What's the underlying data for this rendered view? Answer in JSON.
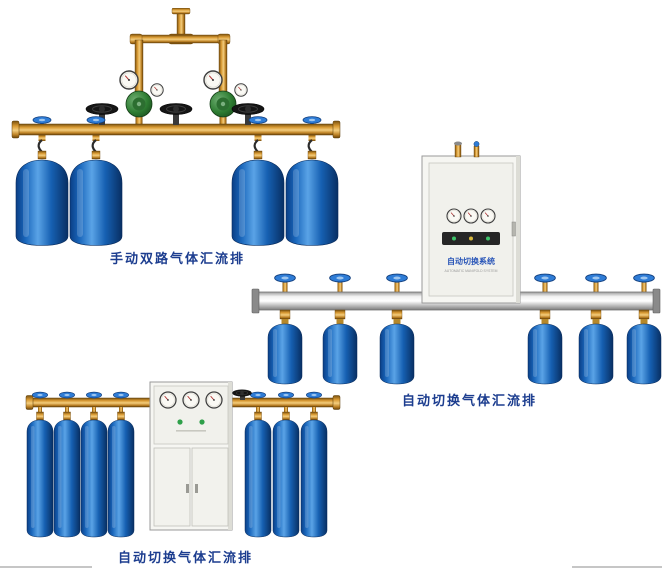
{
  "page": {
    "background": "#ffffff"
  },
  "colors": {
    "caption_text": "#1c3d8f",
    "cylinder_blue": "#1660b2",
    "brass": "#c9912f",
    "cabinet": "#f6f6f2"
  },
  "products": [
    {
      "caption": "手动双路气体汇流排"
    },
    {
      "caption": "自动切换气体汇流排",
      "cabinet_label": "自动切换系统",
      "cabinet_sublabel": "AUTOMATIC MANIFOLD SYSTEM"
    },
    {
      "caption": "自动切换气体汇流排"
    }
  ]
}
